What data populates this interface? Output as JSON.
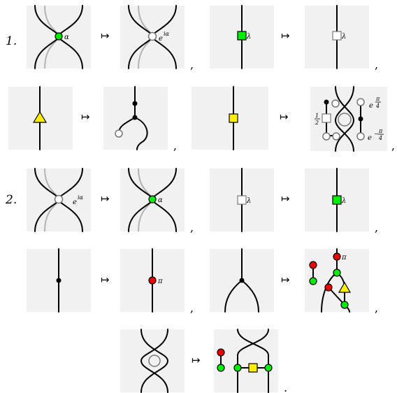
{
  "sections": [
    "1.",
    "2."
  ],
  "maps_to": "↦",
  "separator": ",",
  "final_period": ".",
  "labels": {
    "alpha": "α",
    "e_i_alpha": "e",
    "i_alpha": "iα",
    "lambda": "λ",
    "pi": "π",
    "half": "1",
    "half_den": "2",
    "e": "e",
    "pi_frac_num": "π",
    "pi_frac_den": "4",
    "minus": "−"
  },
  "colors": {
    "green": "#00ee00",
    "red": "#ee0000",
    "yellow": "#ffee00",
    "white": "#ffffff",
    "black": "#000000",
    "panel": "#f1f1f1",
    "gray_wire": "#b3b3b3"
  }
}
